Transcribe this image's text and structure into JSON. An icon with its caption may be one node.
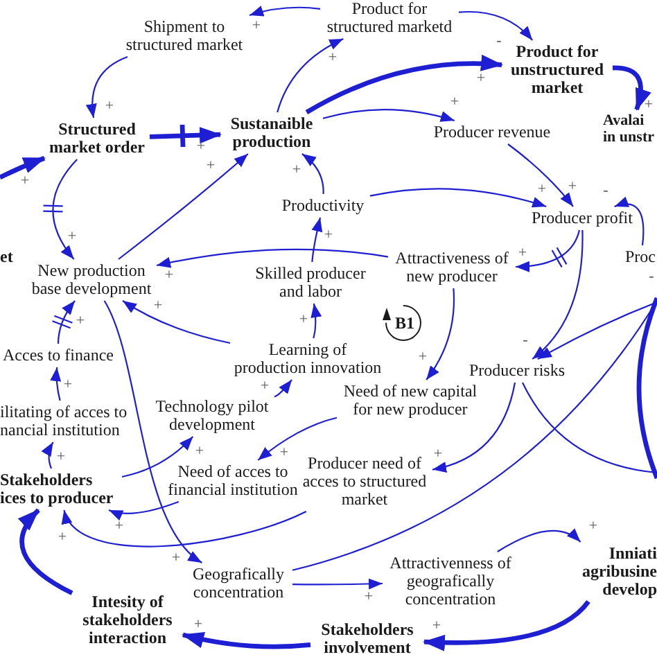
{
  "diagram": {
    "nodes": [
      {
        "text": [
          "Shipment to structured market"
        ]
      },
      {
        "text": [
          "Product for structured marketd"
        ]
      },
      {
        "text": [
          "Product for unstructured market"
        ]
      },
      {
        "text": [
          "Avalai in unstr"
        ]
      },
      {
        "text": [
          "Structured market order"
        ]
      },
      {
        "text": [
          "Sustanaible production"
        ]
      },
      {
        "text": [
          "Producer revenue"
        ]
      },
      {
        "text": [
          "et"
        ]
      },
      {
        "text": [
          "Productivity"
        ]
      },
      {
        "text": [
          "Producer profit"
        ]
      },
      {
        "text": [
          "New production base development"
        ]
      },
      {
        "text": [
          "Skilled producer and labor"
        ]
      },
      {
        "text": [
          "Attractiveness of new producer"
        ]
      },
      {
        "text": [
          "Proc"
        ]
      },
      {
        "text": [
          "Acces to finance"
        ]
      },
      {
        "text": [
          "Learning of production innovation"
        ]
      },
      {
        "text": [
          "Producer risks"
        ]
      },
      {
        "text": [
          "Technology pilot development"
        ]
      },
      {
        "text": [
          "Need of new capital for new producer"
        ]
      },
      {
        "text": [
          "ilitating of acces to nancial institution"
        ]
      },
      {
        "text": [
          "Stakeholders ices to producer"
        ]
      },
      {
        "text": [
          "Need of acces to financial institution"
        ]
      },
      {
        "text": [
          "Producer need of acces to structured market"
        ]
      },
      {
        "text": [
          "Geografically concentration"
        ]
      },
      {
        "text": [
          "Attractivenness of geografically concentration"
        ]
      },
      {
        "text": [
          "Inniati agribusine develop"
        ]
      },
      {
        "text": [
          "Intesity of stakeholders interaction"
        ]
      },
      {
        "text": [
          "Stakeholders involvement"
        ]
      }
    ],
    "edges": [
      {
        "from": 1,
        "to": 0,
        "arrow": "to",
        "label": "+"
      },
      {
        "from": 0,
        "to": 4,
        "arrow": "to",
        "label": "+"
      },
      {
        "from": 4,
        "to": 5,
        "arrow": "to",
        "label": "+",
        "style": "thick"
      },
      {
        "from": null,
        "to": 4,
        "arrow": "to",
        "label": "+",
        "style": "thick"
      },
      {
        "from": 4,
        "to": 10,
        "arrow": "to",
        "label": "+"
      },
      {
        "from": 10,
        "to": 5,
        "arrow": "to",
        "label": "+"
      },
      {
        "from": 5,
        "to": 1,
        "arrow": "to",
        "label": "+"
      },
      {
        "from": 5,
        "to": 2,
        "arrow": "to",
        "label": "+",
        "style": "thick"
      },
      {
        "from": 1,
        "to": 2,
        "arrow": "to",
        "label": "-"
      },
      {
        "from": 2,
        "to": 3,
        "arrow": "to",
        "label": "+",
        "style": "thick"
      },
      {
        "from": 5,
        "to": 6,
        "arrow": "to",
        "label": "+"
      },
      {
        "from": 6,
        "to": 9,
        "arrow": "to",
        "label": "+"
      },
      {
        "from": 8,
        "to": 9,
        "arrow": "to",
        "label": "+"
      },
      {
        "from": 13,
        "to": 9,
        "arrow": "to",
        "label": "-"
      },
      {
        "from": 8,
        "to": 5,
        "arrow": "to",
        "label": "+"
      },
      {
        "from": 11,
        "to": 8,
        "arrow": "to",
        "label": "+"
      },
      {
        "from": 15,
        "to": 11,
        "arrow": "to",
        "label": "+"
      },
      {
        "from": 12,
        "to": 10,
        "arrow": "to",
        "label": "+"
      },
      {
        "from": 9,
        "to": 12,
        "arrow": "to",
        "label": "+"
      },
      {
        "from": 9,
        "to": 16,
        "arrow": "to",
        "label": "-"
      },
      {
        "from": null,
        "to": 16,
        "arrow": "to"
      },
      {
        "from": 15,
        "to": 10,
        "arrow": "to",
        "label": "+"
      },
      {
        "from": 17,
        "to": 15,
        "arrow": "to",
        "label": "+"
      },
      {
        "from": 12,
        "to": 18,
        "arrow": "to",
        "label": "+"
      },
      {
        "from": 18,
        "to": 21,
        "arrow": "to",
        "label": "+"
      },
      {
        "from": 20,
        "to": 17,
        "arrow": "to",
        "label": "+"
      },
      {
        "from": 20,
        "to": 19,
        "arrow": "to",
        "label": "+"
      },
      {
        "from": 19,
        "to": 14,
        "arrow": "to",
        "label": "+"
      },
      {
        "from": 14,
        "to": 10,
        "arrow": "to",
        "label": "+"
      },
      {
        "from": 10,
        "to": 23,
        "arrow": "to",
        "label": "+"
      },
      {
        "from": 21,
        "to": 20,
        "arrow": "to",
        "label": "+"
      },
      {
        "from": 22,
        "to": 20,
        "arrow": "to",
        "label": "+"
      },
      {
        "from": 26,
        "to": 20,
        "arrow": "to",
        "style": "thick"
      },
      {
        "from": 23,
        "to": 24,
        "arrow": "to",
        "label": "+"
      },
      {
        "from": 23,
        "to": null,
        "arrow": "none"
      },
      {
        "from": 16,
        "to": 22,
        "arrow": "to",
        "label": "+"
      },
      {
        "from": 16,
        "to": null,
        "arrow": "none"
      },
      {
        "from": 25,
        "to": 27,
        "arrow": "to",
        "label": "+",
        "style": "thick"
      },
      {
        "from": 27,
        "to": 26,
        "arrow": "to",
        "label": "+",
        "style": "thick"
      },
      {
        "from": 24,
        "to": 25,
        "arrow": "to",
        "label": "+"
      }
    ],
    "labels": [
      "-",
      "B1"
    ]
  }
}
